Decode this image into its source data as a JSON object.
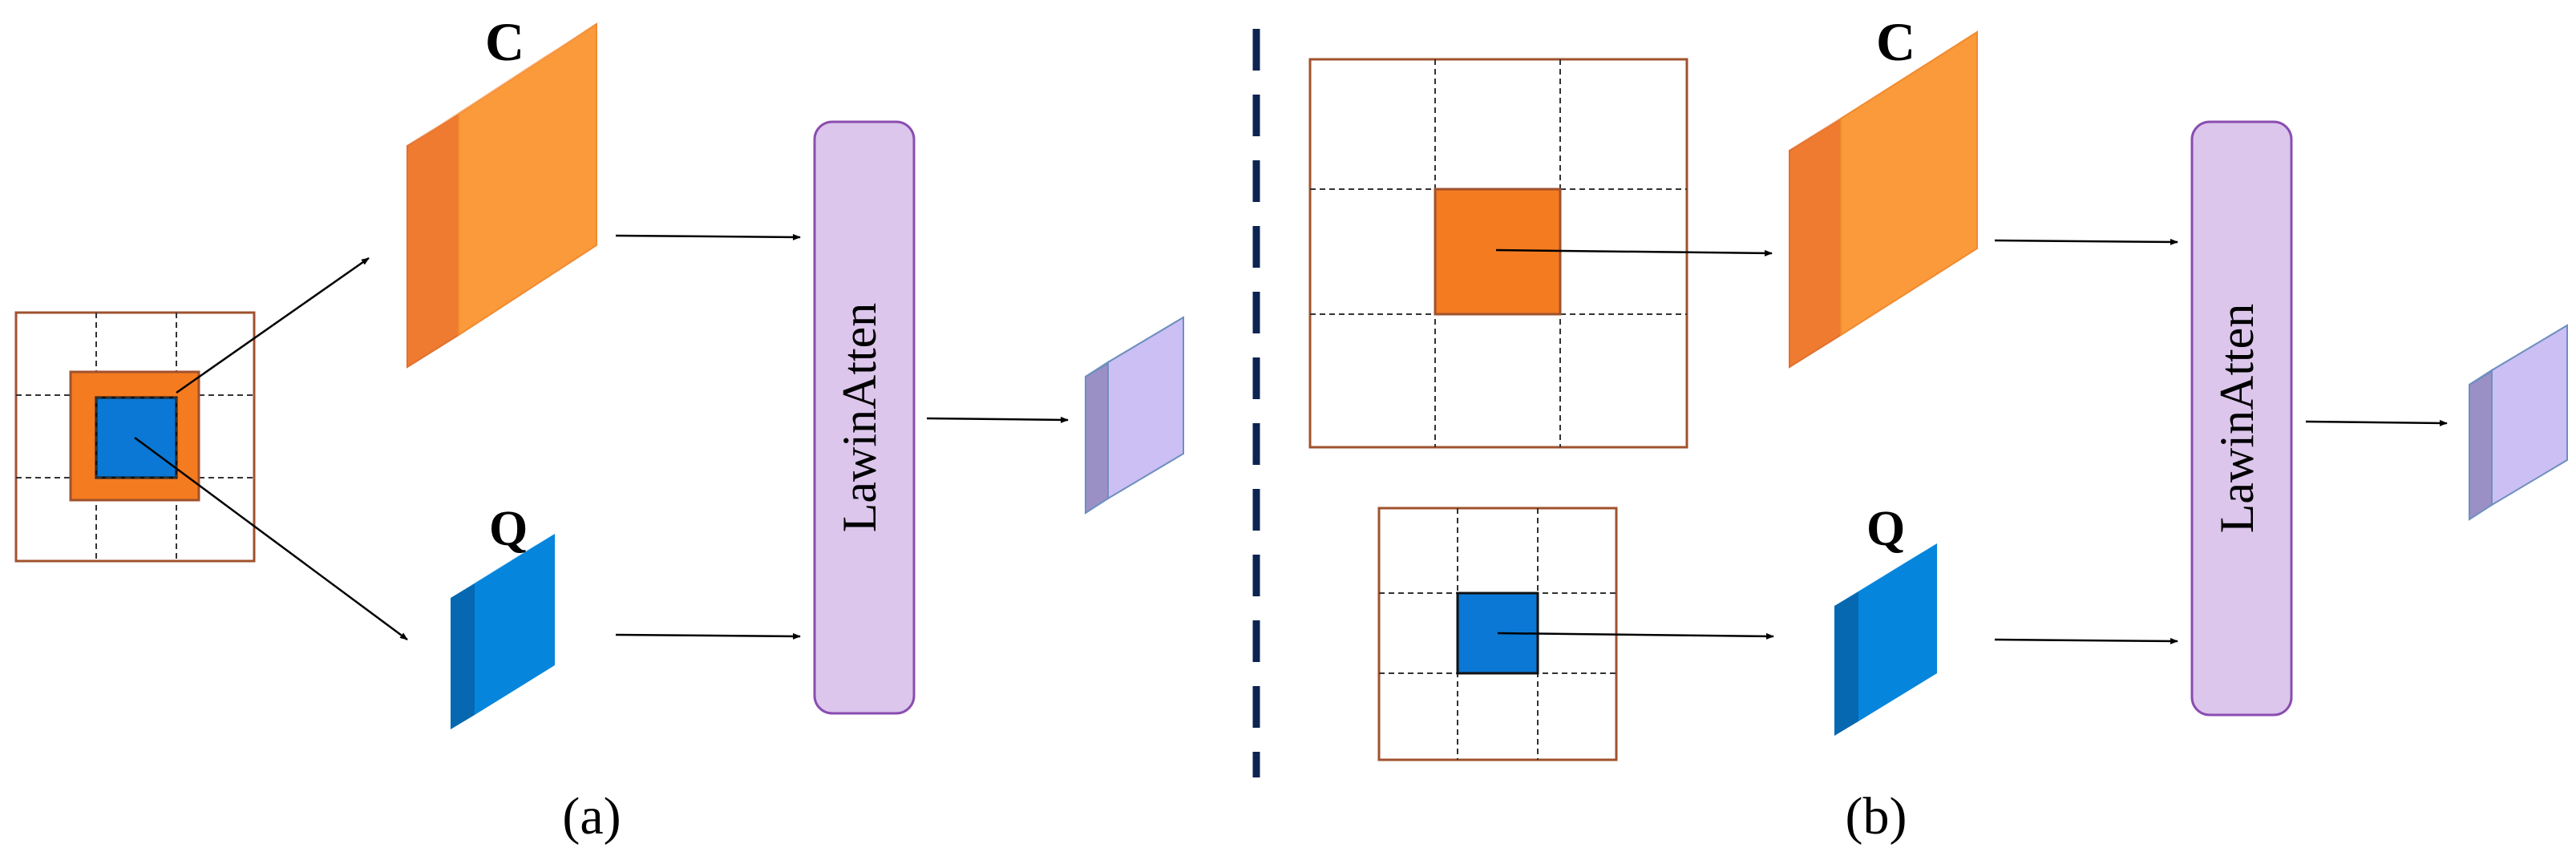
{
  "panel_a": {
    "context_label": "C",
    "query_label": "Q",
    "attention_label": "LawinAtten",
    "caption": "(a)"
  },
  "panel_b": {
    "context_label": "C",
    "query_label": "Q",
    "attention_label": "LawinAtten",
    "caption": "(b)"
  },
  "colors": {
    "grid_border": "#a0522d",
    "grid_dash": "#333333",
    "orange_patch": "#f47b20",
    "blue_patch": "#0a78d4",
    "orange_front": "#fb9a3b",
    "orange_side": "#ef7b30",
    "orange_top": "#fbb27a",
    "blue_front": "#0585dc",
    "blue_side": "#0568b0",
    "blue_top": "#4fb0ec",
    "lavender_front": "#cbbff4",
    "lavender_side": "#9a90c6",
    "lavender_top": "#e0d8fa",
    "attention_fill": "#dcc6ec",
    "attention_stroke": "#8a4db0",
    "divider": "#0c2450",
    "arrow": "#000000"
  }
}
